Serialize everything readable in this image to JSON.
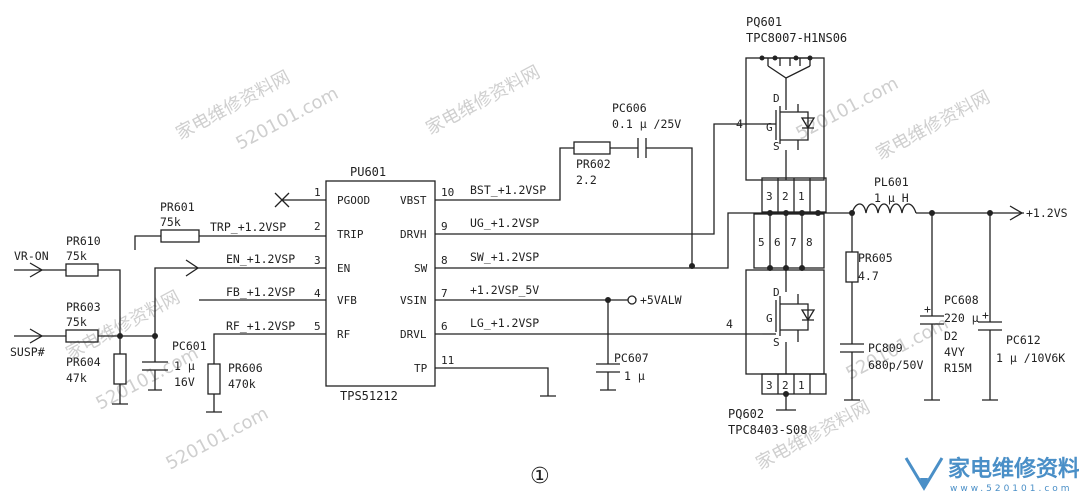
{
  "watermarks": [
    "家电维修资料网",
    "520101.com",
    "家电维修资料网",
    "520101.com",
    "家电维修资料网",
    "520101.com",
    "家电维修资料网",
    "520101.com",
    "家电维修资料网",
    "520101.com"
  ],
  "ic": {
    "ref": "PU601",
    "part": "TPS51212",
    "pins_left": [
      {
        "num": "1",
        "name": "PGOOD"
      },
      {
        "num": "2",
        "name": "TRIP"
      },
      {
        "num": "3",
        "name": "EN"
      },
      {
        "num": "4",
        "name": "VFB"
      },
      {
        "num": "5",
        "name": "RF"
      }
    ],
    "pins_right": [
      {
        "num": "10",
        "name": "VBST"
      },
      {
        "num": "9",
        "name": "DRVH"
      },
      {
        "num": "8",
        "name": "SW"
      },
      {
        "num": "7",
        "name": "VSIN"
      },
      {
        "num": "6",
        "name": "DRVL"
      },
      {
        "num": "11",
        "name": "TP"
      }
    ]
  },
  "nets": {
    "trip": "TRP_+1.2VSP",
    "en": "EN_+1.2VSP",
    "fb": "FB_+1.2VSP",
    "rf": "RF_+1.2VSP",
    "bst": "BST_+1.2VSP",
    "ug": "UG_+1.2VSP",
    "sw": "SW_+1.2VSP",
    "vsp5": "+1.2VSP_5V",
    "lg": "LG_+1.2VSP",
    "vr_on": "VR-ON",
    "susp": "SUSP#",
    "valw": "+5VALW",
    "out": "+1.2VS"
  },
  "components": {
    "pr601": {
      "ref": "PR601",
      "value": "75k"
    },
    "pr610": {
      "ref": "PR610",
      "value": "75k"
    },
    "pr603": {
      "ref": "PR603",
      "value": "75k"
    },
    "pr604": {
      "ref": "PR604",
      "value": "47k"
    },
    "pc601": {
      "ref": "PC601",
      "value1": "1 μ",
      "value2": "16V"
    },
    "pr606": {
      "ref": "PR606",
      "value": "470k"
    },
    "pc606": {
      "ref": "PC606",
      "value": "0.1 μ /25V"
    },
    "pr602": {
      "ref": "PR602",
      "value": "2.2"
    },
    "pc607": {
      "ref": "PC607",
      "value": "1 μ"
    },
    "pq601": {
      "ref": "PQ601",
      "part": "TPC8007-H1NS06"
    },
    "pq602": {
      "ref": "PQ602",
      "part": "TPC8403-S08"
    },
    "pl601": {
      "ref": "PL601",
      "value": "1 μ H"
    },
    "pr605": {
      "ref": "PR605",
      "value": "4.7"
    },
    "pc809": {
      "ref": "PC809",
      "value": "680p/50V"
    },
    "pc608": {
      "ref": "PC608",
      "v1": "220 μ",
      "v2": "D2",
      "v3": "4VY",
      "v4": "R15M"
    },
    "pc612": {
      "ref": "PC612",
      "value": "1 μ /10V6K"
    }
  },
  "mosfet_pins": {
    "gate": "G",
    "drain": "D",
    "source": "S",
    "gate_num": "4",
    "top_row": [
      "3",
      "2",
      "1"
    ],
    "mid_row": [
      "5",
      "6",
      "7",
      "8"
    ],
    "bot_row": [
      "3",
      "2",
      "1"
    ]
  },
  "figure_mark": "①",
  "logo": {
    "cn": "家电维修资料网",
    "en": "www.520101.com"
  }
}
